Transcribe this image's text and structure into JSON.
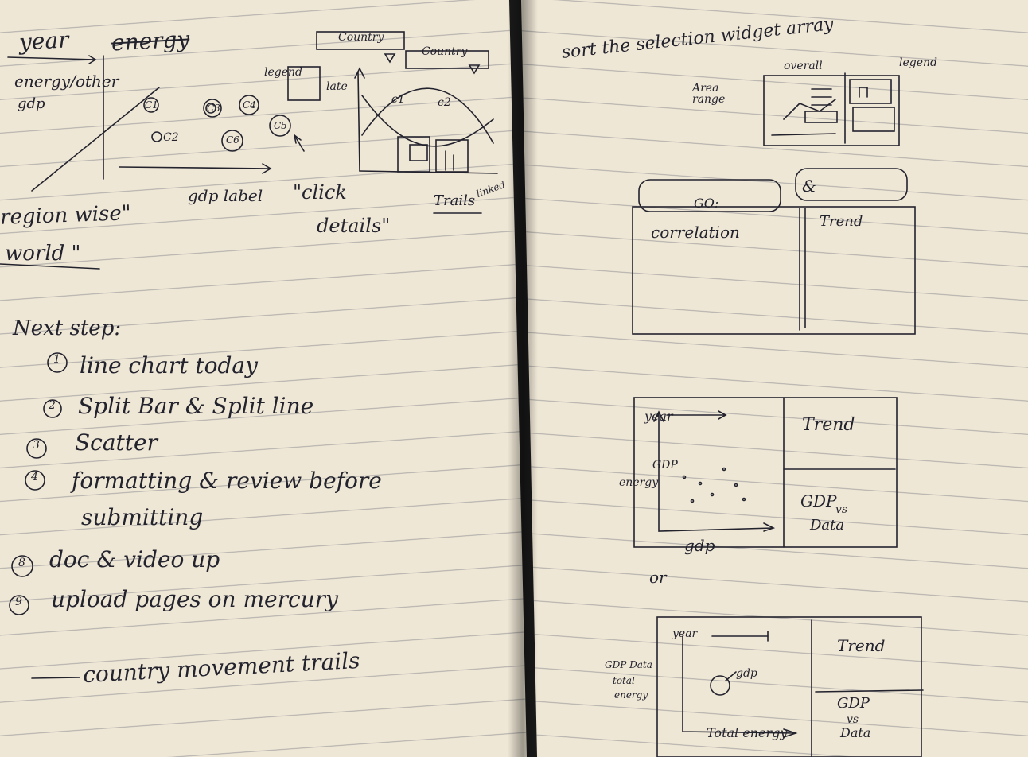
{
  "left_page": {
    "sketch": {
      "year_label": "year",
      "energy_label": "energy",
      "country_dropdown_1": "Country",
      "country_dropdown_2": "Country",
      "legend_label": "legend",
      "late_label": "late",
      "y_axis_label": "energy/other",
      "gdp_label": "gdp",
      "x_axis_label": "gdp label",
      "bubble_labels": [
        "C1",
        "C3",
        "C4",
        "C5",
        "C2",
        "C6"
      ],
      "curve_labels": [
        "c1",
        "c2"
      ],
      "click_note": "\"click",
      "details_note": "details\"",
      "trails_label": "Trails",
      "linked_label": "linked",
      "region_label": "region wise\"",
      "world_label": "world \""
    },
    "next_step_title": "Next step:",
    "steps": [
      {
        "num": "1",
        "text": "line chart today"
      },
      {
        "num": "2",
        "text": "Split Bar & Split line"
      },
      {
        "num": "3",
        "text": "Scatter"
      },
      {
        "num": "4",
        "text": "formatting & review before"
      },
      {
        "num": "",
        "text": "submitting"
      },
      {
        "num": "8",
        "text": "doc & video up"
      },
      {
        "num": "9",
        "text": "upload pages on mercury"
      }
    ],
    "footer_note": "country movement trails"
  },
  "right_page": {
    "header_note": "sort the selection widget array",
    "sketch_top": {
      "overall_label": "overall",
      "legend_label": "legend",
      "area_label": "Area range"
    },
    "search_box_1": "GO:",
    "search_box_2": "&",
    "panel_1": {
      "left": "correlation",
      "right": "Trend"
    },
    "panel_2": {
      "year_label": "year",
      "gdp_label": "GDP",
      "energy_label": "energy",
      "x_label": "gdp",
      "trend_label": "Trend",
      "gdp_vs_data": [
        "GDP",
        "vs",
        "Data"
      ]
    },
    "or_label": "or",
    "panel_3": {
      "year_label": "year",
      "left_labels": [
        "GDP Data",
        "total",
        "energy"
      ],
      "gdp_label": "gdp",
      "x_label": "Total energy",
      "trend_label": "Trend",
      "gdp_vs_data": [
        "GDP",
        "vs",
        "Data"
      ]
    }
  },
  "colors": {
    "paper": "#efe7d6",
    "ink": "#23232e",
    "rule": "#5a5f6e",
    "background": "#1a1a1a"
  }
}
